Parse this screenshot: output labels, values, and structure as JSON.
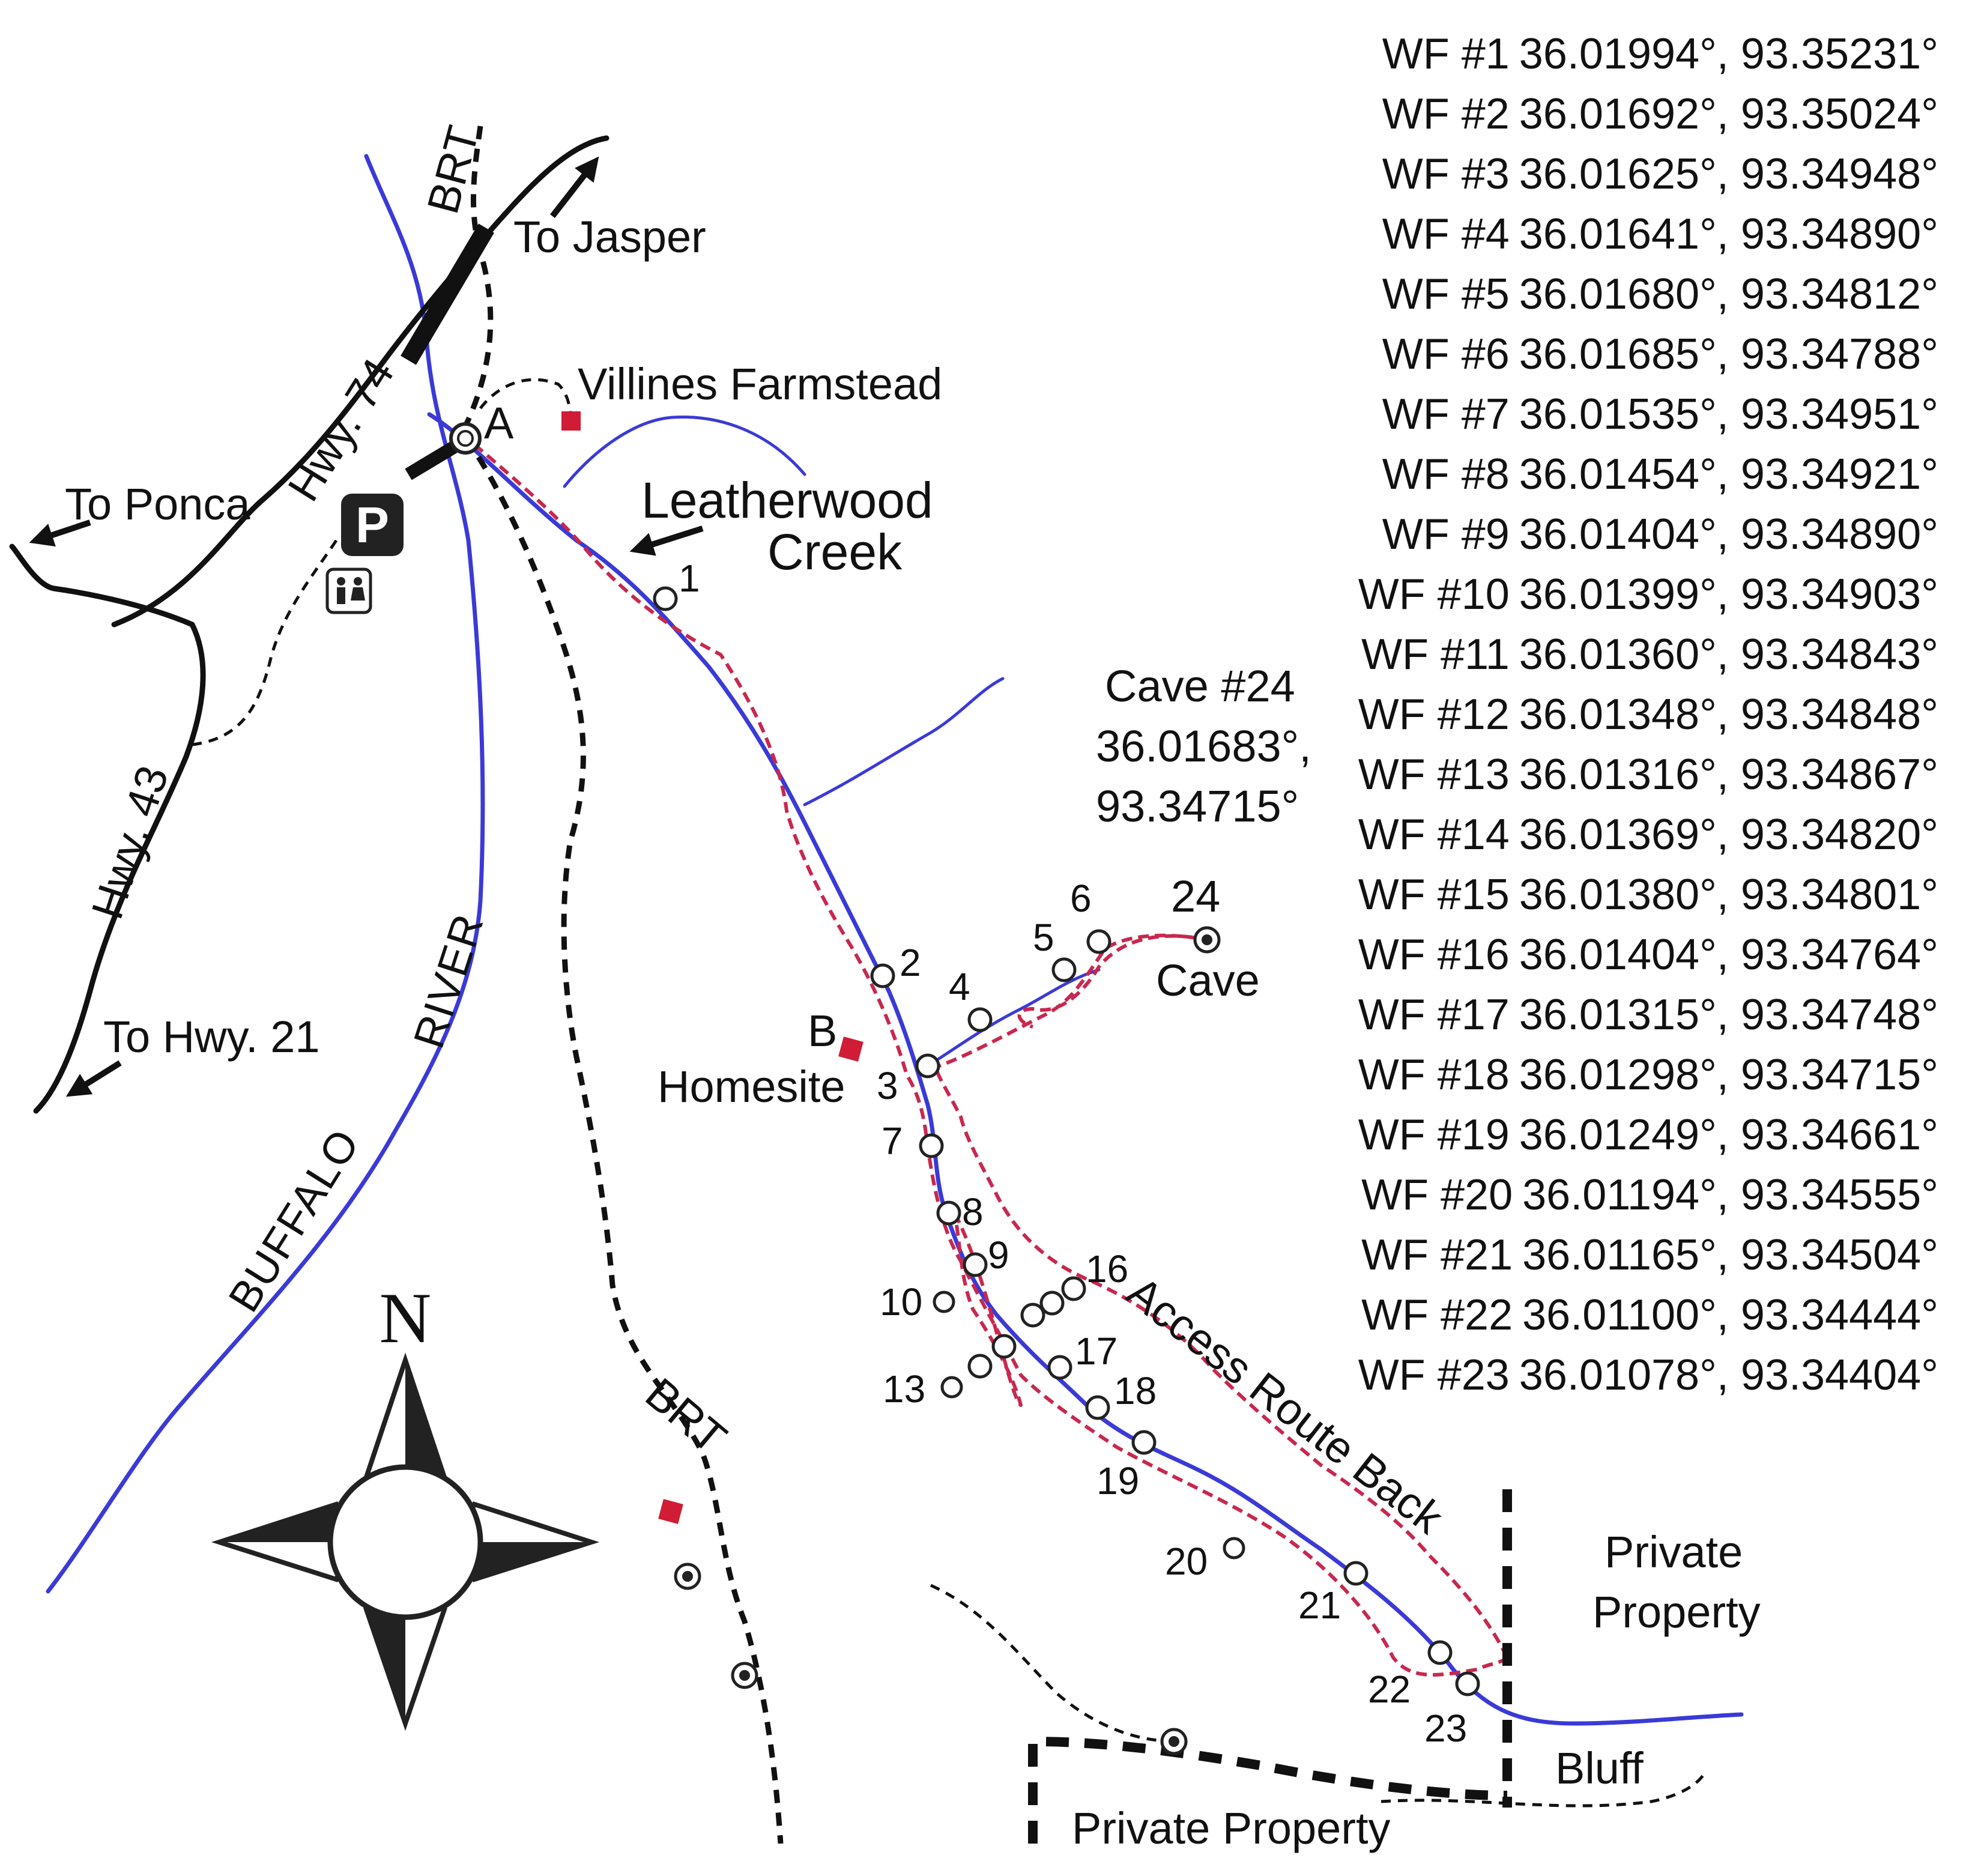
{
  "map": {
    "roads": {
      "to_jasper": "To Jasper",
      "to_ponca": "To Ponca",
      "hwy74": "Hwy. 74",
      "hwy43": "Hwy. 43",
      "to_hwy21": "To Hwy. 21",
      "brt_north": "BRT",
      "brt_south": "BRT"
    },
    "water": {
      "river_a": "BUFFALO",
      "river_b": "RIVER",
      "creek_a": "Leatherwood",
      "creek_b": "Creek"
    },
    "places": {
      "farmstead": "Villines Farmstead",
      "point_a": "A",
      "point_b": "B",
      "homesite": "Homesite",
      "cave_title": "Cave #24",
      "cave_lat": "36.01683°,",
      "cave_lon": "93.34715°",
      "cave_num": "24",
      "cave_word": "Cave",
      "access_route": "Access Route Back",
      "private_east_a": "Private",
      "private_east_b": "Property",
      "private_south": "Private Property",
      "bluff": "Bluff",
      "north": "N",
      "parking": "P"
    },
    "waypoint_numbers": [
      "1",
      "2",
      "3",
      "4",
      "5",
      "6",
      "7",
      "8",
      "9",
      "10",
      "13",
      "16",
      "17",
      "18",
      "19",
      "20",
      "21",
      "22",
      "23"
    ]
  },
  "waypoints": [
    {
      "id": "WF #1",
      "coords": "36.01994°, 93.35231°"
    },
    {
      "id": "WF #2",
      "coords": "36.01692°, 93.35024°"
    },
    {
      "id": "WF #3",
      "coords": "36.01625°, 93.34948°"
    },
    {
      "id": "WF #4",
      "coords": "36.01641°, 93.34890°"
    },
    {
      "id": "WF #5",
      "coords": "36.01680°, 93.34812°"
    },
    {
      "id": "WF #6",
      "coords": "36.01685°, 93.34788°"
    },
    {
      "id": "WF #7",
      "coords": "36.01535°, 93.34951°"
    },
    {
      "id": "WF #8",
      "coords": "36.01454°, 93.34921°"
    },
    {
      "id": "WF #9",
      "coords": "36.01404°, 93.34890°"
    },
    {
      "id": "WF #10",
      "coords": "36.01399°, 93.34903°"
    },
    {
      "id": "WF #11",
      "coords": "36.01360°, 93.34843°"
    },
    {
      "id": "WF #12",
      "coords": "36.01348°, 93.34848°"
    },
    {
      "id": "WF #13",
      "coords": "36.01316°, 93.34867°"
    },
    {
      "id": "WF #14",
      "coords": "36.01369°, 93.34820°"
    },
    {
      "id": "WF #15",
      "coords": "36.01380°, 93.34801°"
    },
    {
      "id": "WF #16",
      "coords": "36.01404°, 93.34764°"
    },
    {
      "id": "WF #17",
      "coords": "36.01315°, 93.34748°"
    },
    {
      "id": "WF #18",
      "coords": "36.01298°, 93.34715°"
    },
    {
      "id": "WF #19",
      "coords": "36.01249°, 93.34661°"
    },
    {
      "id": "WF #20",
      "coords": "36.01194°, 93.34555°"
    },
    {
      "id": "WF #21",
      "coords": "36.01165°, 93.34504°"
    },
    {
      "id": "WF #22",
      "coords": "36.01100°, 93.34444°"
    },
    {
      "id": "WF #23",
      "coords": "36.01078°, 93.34404°"
    }
  ],
  "colors": {
    "water": "#3a3ad8",
    "route": "#c8284e",
    "site_marker": "#d01c34"
  }
}
